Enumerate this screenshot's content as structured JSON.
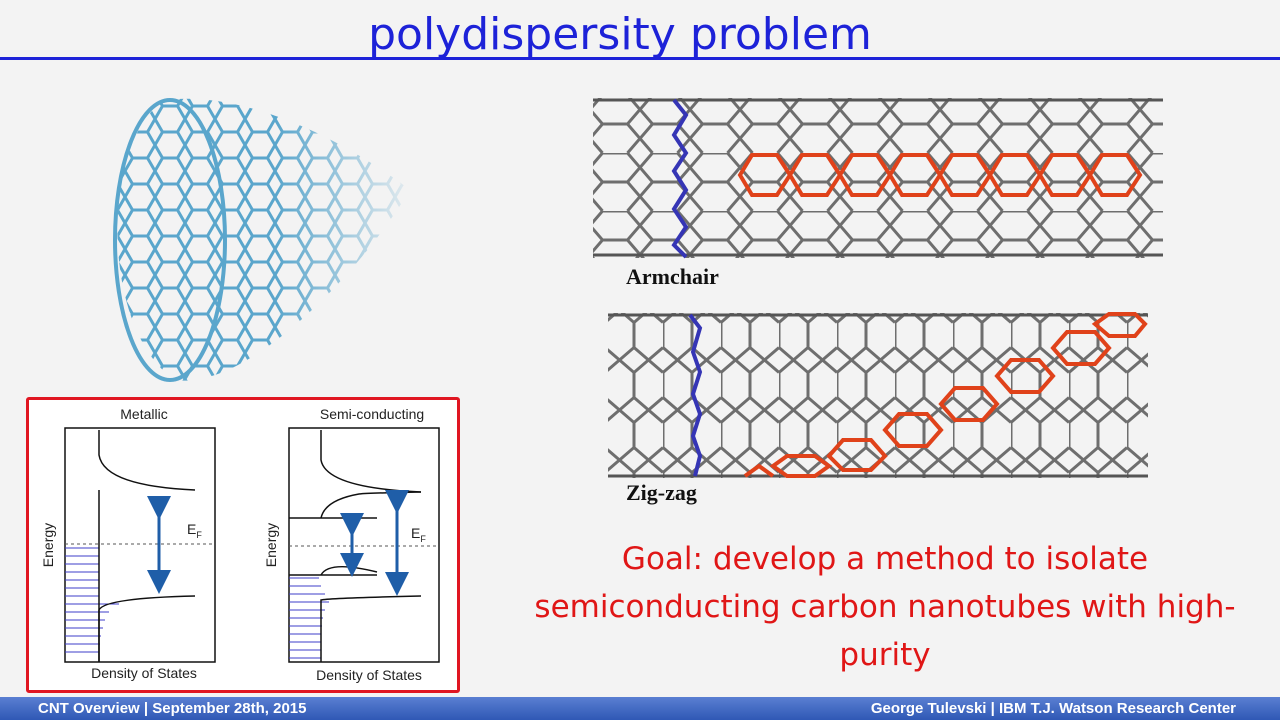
{
  "slide": {
    "title": "polydispersity problem",
    "goal_text": "Goal:  develop a method to isolate semiconducting carbon nanotubes with high-purity"
  },
  "dos_diagram": {
    "left_panel": {
      "title": "Metallic",
      "x_label": "Density of States",
      "y_label": "Energy",
      "fermi_label": "E",
      "fermi_sub": "F"
    },
    "right_panel": {
      "title": "Semi-conducting",
      "x_label": "Density of States",
      "y_label": "Energy",
      "fermi_label": "E",
      "fermi_sub": "F"
    }
  },
  "lattices": {
    "armchair_label": "Armchair",
    "zigzag_label": "Zig-zag"
  },
  "footer": {
    "left_text": "CNT Overview | September 28th, 2015",
    "right_text": "George Tulevski | IBM T.J. Watson Research Center"
  },
  "colors": {
    "title": "#1d22d8",
    "goal": "#e01616",
    "frame": "#e01621",
    "highlight": "#e0421a",
    "axis_line": "#3c3cc8",
    "arrow": "#1f5ea8",
    "tube": "#5aa6cc"
  }
}
